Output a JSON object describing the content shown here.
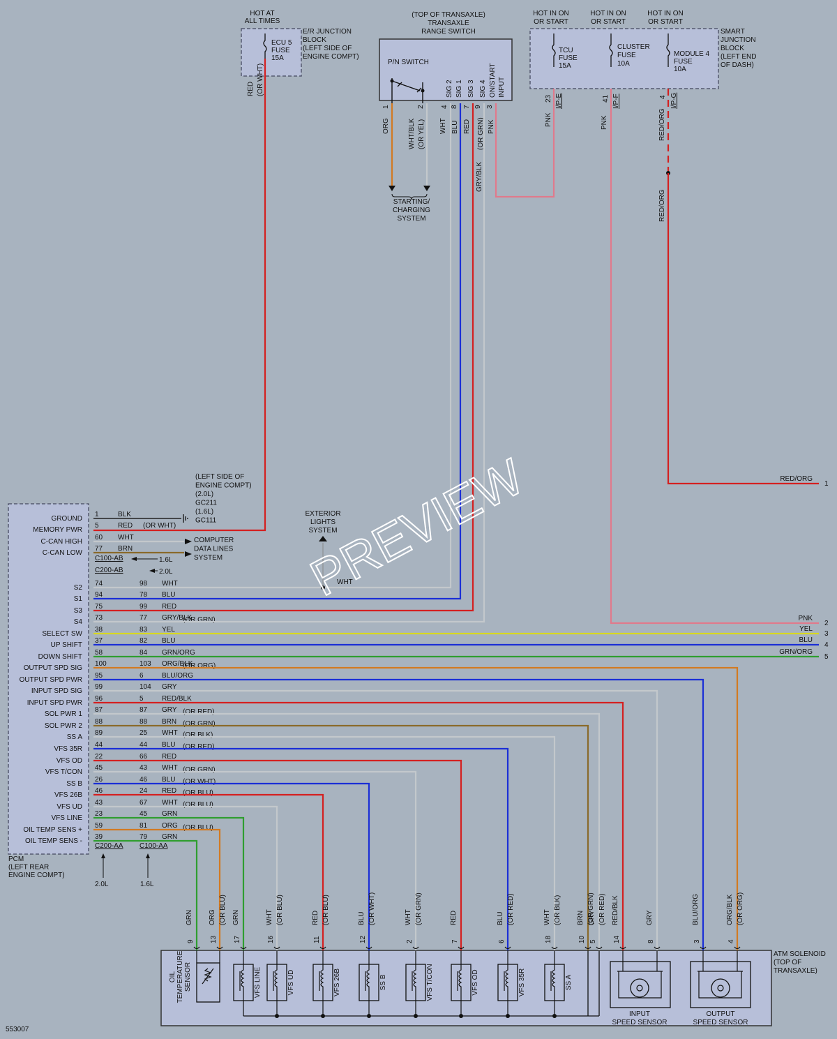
{
  "ecu_block": {
    "hot": [
      "HOT AT",
      "ALL TIMES"
    ],
    "fuse": [
      "ECU 5",
      "FUSE",
      "15A"
    ],
    "name": [
      "E/R JUNCTION",
      "BLOCK",
      "(LEFT SIDE OF",
      "ENGINE COMPT)"
    ],
    "wire": [
      "RED",
      "(OR WHT)"
    ]
  },
  "range_switch": {
    "title": [
      "(TOP OF TRANSAXLE)",
      "TRANSAXLE",
      "RANGE SWITCH"
    ],
    "pn_switch": "P/N SWITCH",
    "sig_labels": [
      "SIG 2",
      "SIG 1",
      "SIG 3",
      "SIG 4",
      "ON/START",
      "INPUT"
    ],
    "pins": [
      "1",
      "2",
      "4",
      "8",
      "7",
      "9",
      "3"
    ],
    "wires": [
      "ORG",
      "WHT/BLK",
      "(OR YEL)",
      "WHT",
      "BLU",
      "RED",
      "(OR GRN)",
      "PNK",
      "GRY/BLK"
    ],
    "dest": [
      "STARTING/",
      "CHARGING",
      "SYSTEM"
    ]
  },
  "smart_block": {
    "hots": [
      "HOT IN ON",
      "OR START"
    ],
    "fuses": [
      [
        "TCU",
        "FUSE",
        "15A"
      ],
      [
        "CLUSTER",
        "FUSE",
        "10A"
      ],
      [
        "MODULE 4",
        "FUSE",
        "10A"
      ]
    ],
    "name": [
      "SMART",
      "JUNCTION",
      "BLOCK",
      "(LEFT END",
      "OF DASH)"
    ],
    "pins": [
      "23",
      "41",
      "4"
    ],
    "conns": [
      "I/P-E",
      "I/P-F",
      "I/P-G"
    ],
    "wires": [
      "PNK",
      "PNK",
      "RED/ORG",
      "RED/ORG"
    ]
  },
  "ground": {
    "text": [
      "(LEFT SIDE OF",
      "ENGINE COMPT)",
      "(2.0L)",
      "GC211",
      "(1.6L)",
      "GC111"
    ]
  },
  "exterior": [
    "EXTERIOR",
    "LIGHTS",
    "SYSTEM"
  ],
  "computer": [
    "COMPUTER",
    "DATA LINES",
    "SYSTEM"
  ],
  "conn_notes": {
    "c100ab": "C100-AB",
    "c200ab": "C200-AB",
    "l16": "1.6L",
    "l20": "2.0L",
    "c200aa": "C200-AA",
    "c100aa": "C100-AA",
    "b20": "2.0L",
    "b16": "1.6L"
  },
  "pcm": {
    "name": [
      "PCM",
      "(LEFT REAR",
      "ENGINE COMPT)"
    ],
    "rows": [
      {
        "label": "GROUND",
        "p1": "1",
        "p2": "",
        "color": "BLK",
        "alt": ""
      },
      {
        "label": "MEMORY PWR",
        "p1": "5",
        "p2": "",
        "color": "RED",
        "alt": "(OR WHT)"
      },
      {
        "label": "C-CAN HIGH",
        "p1": "60",
        "p2": "",
        "color": "WHT",
        "alt": ""
      },
      {
        "label": "C-CAN LOW",
        "p1": "77",
        "p2": "",
        "color": "BRN",
        "alt": ""
      },
      {
        "label": "S2",
        "p1": "74",
        "p2": "98",
        "color": "WHT",
        "alt": ""
      },
      {
        "label": "S1",
        "p1": "94",
        "p2": "78",
        "color": "BLU",
        "alt": ""
      },
      {
        "label": "S3",
        "p1": "75",
        "p2": "99",
        "color": "RED",
        "alt": ""
      },
      {
        "label": "S4",
        "p1": "73",
        "p2": "77",
        "color": "GRY/BLK",
        "alt": "(OR GRN)"
      },
      {
        "label": "SELECT SW",
        "p1": "38",
        "p2": "83",
        "color": "YEL",
        "alt": ""
      },
      {
        "label": "UP SHIFT",
        "p1": "37",
        "p2": "82",
        "color": "BLU",
        "alt": ""
      },
      {
        "label": "DOWN SHIFT",
        "p1": "58",
        "p2": "84",
        "color": "GRN/ORG",
        "alt": ""
      },
      {
        "label": "OUTPUT SPD SIG",
        "p1": "100",
        "p2": "103",
        "color": "ORG/BLK",
        "alt": "(OR ORG)"
      },
      {
        "label": "OUTPUT SPD PWR",
        "p1": "95",
        "p2": "6",
        "color": "BLU/ORG",
        "alt": ""
      },
      {
        "label": "INPUT SPD SIG",
        "p1": "99",
        "p2": "104",
        "color": "GRY",
        "alt": ""
      },
      {
        "label": "INPUT SPD PWR",
        "p1": "96",
        "p2": "5",
        "color": "RED/BLK",
        "alt": ""
      },
      {
        "label": "SOL PWR 1",
        "p1": "87",
        "p2": "87",
        "color": "GRY",
        "alt": "(OR RED)"
      },
      {
        "label": "SOL PWR 2",
        "p1": "88",
        "p2": "88",
        "color": "BRN",
        "alt": "(OR GRN)"
      },
      {
        "label": "SS A",
        "p1": "89",
        "p2": "25",
        "color": "WHT",
        "alt": "(OR BLK)"
      },
      {
        "label": "VFS 35R",
        "p1": "44",
        "p2": "44",
        "color": "BLU",
        "alt": "(OR RED)"
      },
      {
        "label": "VFS OD",
        "p1": "22",
        "p2": "66",
        "color": "RED",
        "alt": ""
      },
      {
        "label": "VFS T/CON",
        "p1": "45",
        "p2": "43",
        "color": "WHT",
        "alt": "(OR GRN)"
      },
      {
        "label": "SS B",
        "p1": "26",
        "p2": "46",
        "color": "BLU",
        "alt": "(OR WHT)"
      },
      {
        "label": "VFS 26B",
        "p1": "46",
        "p2": "24",
        "color": "RED",
        "alt": "(OR BLU)"
      },
      {
        "label": "VFS UD",
        "p1": "43",
        "p2": "67",
        "color": "WHT",
        "alt": "(OR BLU)"
      },
      {
        "label": "VFS LINE",
        "p1": "23",
        "p2": "45",
        "color": "GRN",
        "alt": ""
      },
      {
        "label": "OIL TEMP SENS +",
        "p1": "59",
        "p2": "81",
        "color": "ORG",
        "alt": "(OR BLU)"
      },
      {
        "label": "OIL TEMP SENS -",
        "p1": "39",
        "p2": "79",
        "color": "GRN",
        "alt": ""
      }
    ]
  },
  "right_out": [
    {
      "name": "RED/ORG",
      "num": "1"
    },
    {
      "name": "PNK",
      "num": "2"
    },
    {
      "name": "YEL",
      "num": "3"
    },
    {
      "name": "BLU",
      "num": "4"
    },
    {
      "name": "GRN/ORG",
      "num": "5"
    }
  ],
  "s2_wire": "WHT",
  "atm": {
    "name": [
      "ATM SOLENOID",
      "(TOP OF",
      "TRANSAXLE)"
    ],
    "pins": [
      {
        "pin": "9",
        "w1": "GRN",
        "w2": ""
      },
      {
        "pin": "13",
        "w1": "ORG",
        "w2": "(OR BLU)"
      },
      {
        "pin": "17",
        "w1": "GRN",
        "w2": ""
      },
      {
        "pin": "16",
        "w1": "WHT",
        "w2": "(OR BLU)"
      },
      {
        "pin": "11",
        "w1": "RED",
        "w2": "(OR BLU)"
      },
      {
        "pin": "12",
        "w1": "BLU",
        "w2": "(OR WHT)"
      },
      {
        "pin": "2",
        "w1": "WHT",
        "w2": "(OR GRN)"
      },
      {
        "pin": "7",
        "w1": "RED",
        "w2": ""
      },
      {
        "pin": "6",
        "w1": "BLU",
        "w2": "(OR RED)"
      },
      {
        "pin": "18",
        "w1": "WHT",
        "w2": "(OR BLK)"
      },
      {
        "pin": "10",
        "w1": "BRN",
        "w2": "(OR GRN)"
      },
      {
        "pin": "5",
        "w1": "GRY",
        "w2": "(OR RED)"
      },
      {
        "pin": "14",
        "w1": "RED/BLK",
        "w2": ""
      },
      {
        "pin": "8",
        "w1": "GRY",
        "w2": ""
      },
      {
        "pin": "3",
        "w1": "BLU/ORG",
        "w2": ""
      },
      {
        "pin": "4",
        "w1": "ORG/BLK",
        "w2": "(OR ORG)"
      }
    ],
    "oil_sensor": [
      "OIL",
      "TEMPERATURE",
      "SENSOR"
    ],
    "solenoids": [
      "VFS LINE",
      "VFS UD",
      "VFS 26B",
      "SS B",
      "VFS T/CON",
      "VFS OD",
      "VFS 35R",
      "SS A"
    ],
    "input_sensor": [
      "INPUT",
      "SPEED SENSOR"
    ],
    "output_sensor": [
      "OUTPUT",
      "SPEED SENSOR"
    ]
  },
  "diagram_id": "553007",
  "watermark": "PREVIEW",
  "colors": {
    "red": "#d42020",
    "blue": "#1b2fd6",
    "green": "#2f9e2f",
    "orange": "#d27a22",
    "pink": "#e07a8c",
    "gray": "#c3c8cc",
    "yellow": "#d8d820",
    "brown": "#8a6a2a",
    "panel": "#b7bfd9",
    "background": "#a8b3bf"
  }
}
